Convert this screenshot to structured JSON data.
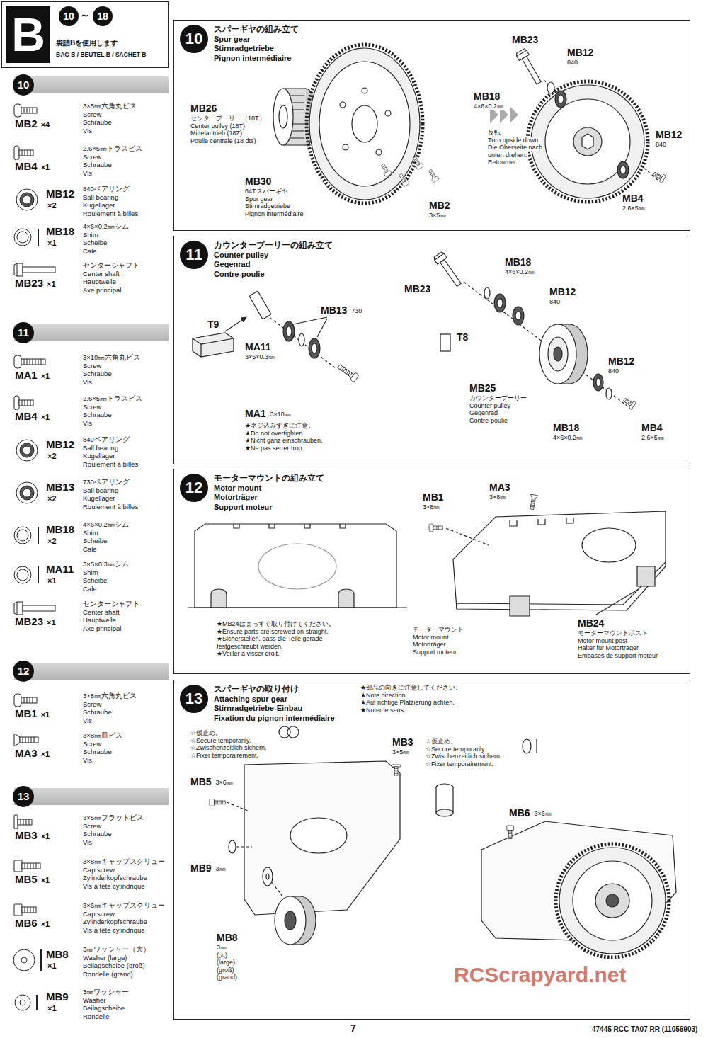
{
  "diagram": {
    "nodes": [
      {
        "text": [
          "B",
          "10",
          "～",
          "18",
          "袋詰Bを使用します",
          "BAG B / BEUTEL B / SACHET B"
        ]
      },
      {
        "text": [
          "10"
        ]
      },
      {
        "text": [
          "11"
        ]
      },
      {
        "text": [
          "12"
        ]
      },
      {
        "text": [
          "13"
        ]
      },
      {
        "text": [
          "10",
          "スパーギヤの組み立て",
          "Spur gear",
          "Stirnradgetriebe",
          "Pignon intermédiaire"
        ]
      },
      {
        "text": [
          "11",
          "カウンタープーリーの組み立て",
          "Counter pulley",
          "Gegenrad",
          "Contre-poulie"
        ]
      },
      {
        "text": [
          "12",
          "モーターマウントの組み立て",
          "Motor mount",
          "Motorträger",
          "Support moteur"
        ]
      },
      {
        "text": [
          "13",
          "スパーギヤの取り付け",
          "Attaching spur gear",
          "Stirnradgetriebe-Einbau",
          "Fixation du pignon intermédiaire"
        ]
      }
    ],
    "labels": [
      "MB2",
      "×4",
      "3×5㎜六角丸ビス",
      "Screw",
      "Schraube",
      "Vis",
      "MB4",
      "×1",
      "2.6×5㎜トラスビス",
      "Screw",
      "Schraube",
      "Vis",
      "MB12",
      "×2",
      "840ベアリング",
      "Ball bearing",
      "Kugellager",
      "Roulement à billes",
      "MB18",
      "×1",
      "4×6×0.2㎜シム",
      "Shim",
      "Scheibe",
      "Cale",
      "MB23",
      "×1",
      "センターシャフト",
      "Center shaft",
      "Hauptwelle",
      "Axe principal",
      "MA1",
      "×1",
      "3×10㎜六角丸ビス",
      "Screw",
      "Schraube",
      "Vis",
      "MB4",
      "×1",
      "2.6×5㎜トラスビス",
      "Screw",
      "Schraube",
      "Vis",
      "MB12",
      "×2",
      "840ベアリング",
      "Ball bearing",
      "Kugellager",
      "Roulement à billes",
      "MB13",
      "×2",
      "730ベアリング",
      "Ball bearing",
      "Kugellager",
      "Roulement à billes",
      "MB18",
      "×2",
      "4×6×0.2㎜シム",
      "Shim",
      "Scheibe",
      "Cale",
      "MA11",
      "×1",
      "3×5×0.3㎜シム",
      "Shim",
      "Scheibe",
      "Cale",
      "MB23",
      "×1",
      "センターシャフト",
      "Center shaft",
      "Hauptwelle",
      "Axe principal",
      "MB1",
      "×1",
      "3×8㎜六角丸ビス",
      "Screw",
      "Schraube",
      "Vis",
      "MA3",
      "×1",
      "3×8㎜皿ビス",
      "Screw",
      "Schraube",
      "Vis",
      "MB3",
      "×1",
      "3×5㎜フラットビス",
      "Screw",
      "Schraube",
      "Vis",
      "MB5",
      "×1",
      "3×8㎜キャップスクリュー",
      "Cap screw",
      "Zylinderkopfschraube",
      "Vis à tête cylindrique",
      "MB6",
      "×1",
      "3×6㎜キャップスクリュー",
      "Cap screw",
      "Zylinderkopfschraube",
      "Vis à tête cylindrique",
      "MB8",
      "×1",
      "3㎜ワッシャー（大）",
      "Washer (large)",
      "Beilagscheibe (groß)",
      "Rondelle (grand)",
      "MB9",
      "×1",
      "3㎜ワッシャー",
      "Washer",
      "Beilagscheibe",
      "Rondelle",
      "MB26",
      "センタープーリー（18T）",
      "Center pulley (18T)",
      "Mittelantrieb (18Z)",
      "Poulie centrale (18 dts)",
      "MB30",
      "64Tスパーギヤ",
      "Spur gear",
      "Stirnradgetriebe",
      "Pignon intermédiaire",
      "MB2",
      "3×5㎜",
      "反転",
      "Turn upside down.",
      "Die Oberseite nach",
      "unten drehen.",
      "Retourner.",
      "MB23",
      "MB12",
      "840",
      "MB18",
      "4×6×0.2㎜",
      "MB12",
      "840",
      "MB4",
      "2.6×5㎜",
      "T9",
      "MB13",
      "730",
      "MA11",
      "3×5×0.3㎜",
      "MA1",
      "3×10㎜",
      "★ネジ込みすぎに注意。",
      "★Do not overtighten.",
      "★Nicht ganz einschrauben.",
      "★Ne pas serrer trop.",
      "MB23",
      "MB18",
      "4×6×0.2㎜",
      "MB12",
      "840",
      "T8",
      "MB12",
      "840",
      "MB25",
      "カウンタープーリー",
      "Counter pulley",
      "Gegenrad",
      "Contre-poulie",
      "MB18",
      "4×6×0.2㎜",
      "MB4",
      "2.6×5㎜",
      "★MB24はまっすぐ取り付けてください。",
      "★Ensure parts are screwed on straight.",
      "★Sicherstellen, dass die Teile gerade",
      "festgeschraubt werden.",
      "★Veiller à visser droit.",
      "MB1",
      "3×8㎜",
      "MA3",
      "3×8㎜",
      "モーターマウント",
      "Motor mount",
      "Motorträger",
      "Support moteur",
      "MB24",
      "モーターマウントポスト",
      "Motor mount post",
      "Halter für Motorträger",
      "Embases de support moteur",
      "★部品の向きに注意してください。",
      "★Note direction.",
      "★Auf richtige Platzierung achten.",
      "★Noter le sens.",
      "☆仮止め。",
      "☆Secure temporarily.",
      "☆Zwischenzeitlich sichern.",
      "☆Fixer temporairement.",
      "MB5",
      "3×6㎜",
      "MB9",
      "3㎜",
      "MB8",
      "3㎜",
      "(大)",
      "(large)",
      "(groß)",
      "(grand)",
      "MB3",
      "3×5㎜",
      "☆仮止め。",
      "☆Secure temporarily.",
      "☆Zwischenzeitlich sichern.",
      "☆Fixer temporairement.",
      "MB6",
      "3×6㎜",
      "RCScrapyard.net",
      "7",
      "47445 RCC TA07 RR (11056903)"
    ]
  }
}
